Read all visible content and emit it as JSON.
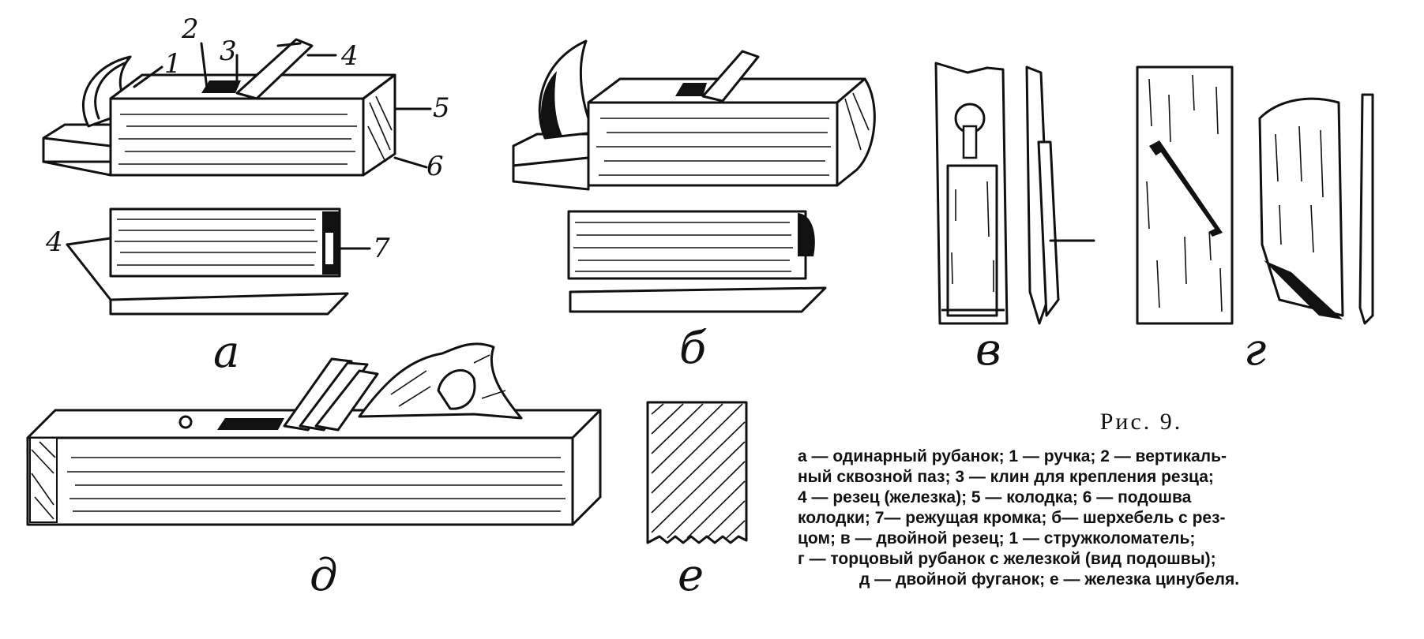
{
  "figure": {
    "title": "Рис. 9.",
    "parts": {
      "a": "а",
      "b": "б",
      "v": "в",
      "g": "г",
      "d": "д",
      "e": "е"
    },
    "callouts": {
      "n1": "1",
      "n2": "2",
      "n3": "3",
      "n4": "4",
      "n4b": "4",
      "n5": "5",
      "n6": "6",
      "n7": "7"
    },
    "caption_lines": [
      "а — одинарный рубанок; 1 — ручка; 2 — вертикаль-",
      "ный сквозной паз; 3 — клин для крепления резца;",
      "4 — резец (железка); 5 — колодка; 6 — подошва",
      "колодки; 7— режущая кромка; б— шерхебель с рез-",
      "цом; в — двойной резец; 1 — стружколоматель;",
      "г — торцовый рубанок с железкой (вид подошвы);",
      "д — двойной фуганок; е — железка цинубеля."
    ]
  },
  "colors": {
    "ink": "#111111",
    "paper": "#ffffff"
  }
}
